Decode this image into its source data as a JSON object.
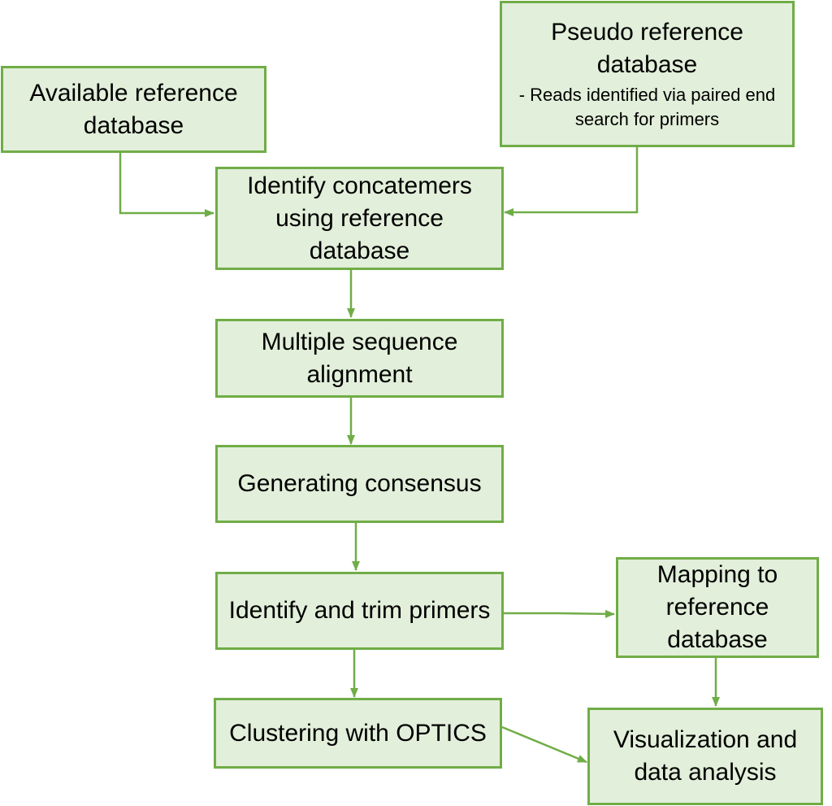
{
  "colors": {
    "box_fill": "#e2efda",
    "box_border": "#70ad47",
    "arrow": "#70ad47"
  },
  "nodes": {
    "available_ref": {
      "label": "Available reference database"
    },
    "pseudo_ref": {
      "label": "Pseudo reference database",
      "sublabel": "- Reads identified via paired end search for primers"
    },
    "identify_concatemers": {
      "label": "Identify concatemers using reference database"
    },
    "msa": {
      "label": "Multiple sequence alignment"
    },
    "consensus": {
      "label": "Generating consensus"
    },
    "trim_primers": {
      "label": "Identify and trim primers"
    },
    "mapping": {
      "label": "Mapping to reference database"
    },
    "clustering": {
      "label": "Clustering with OPTICS"
    },
    "visualization": {
      "label": "Visualization and data analysis"
    }
  },
  "edges": [
    {
      "from": "available_ref",
      "to": "identify_concatemers"
    },
    {
      "from": "pseudo_ref",
      "to": "identify_concatemers"
    },
    {
      "from": "identify_concatemers",
      "to": "msa"
    },
    {
      "from": "msa",
      "to": "consensus"
    },
    {
      "from": "consensus",
      "to": "trim_primers"
    },
    {
      "from": "trim_primers",
      "to": "mapping"
    },
    {
      "from": "trim_primers",
      "to": "clustering"
    },
    {
      "from": "mapping",
      "to": "visualization"
    },
    {
      "from": "clustering",
      "to": "visualization"
    }
  ]
}
